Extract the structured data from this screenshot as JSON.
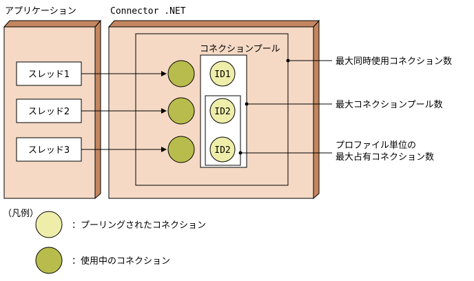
{
  "labels": {
    "application": "アプリケーション",
    "connector": "Connector .NET",
    "pool": "コネクションプール"
  },
  "threads": [
    "スレッド1",
    "スレッド2",
    "スレッド3"
  ],
  "pooled_ids": [
    "ID1",
    "ID2",
    "ID2"
  ],
  "callouts": {
    "max_simultaneous": "最大同時使用コネクション数",
    "max_pool": "最大コネクションプール数",
    "max_per_profile_line1": "プロファイル単位の",
    "max_per_profile_line2": "最大占有コネクション数"
  },
  "legend": {
    "title": "（凡例）",
    "pooled": "：プーリングされたコネクション",
    "in_use": "：使用中のコネクション"
  },
  "colors": {
    "box_fill": "#f5d9c4",
    "box_side": "#c48660",
    "in_use": "#b8bc4c",
    "pooled": "#eeeeaa"
  }
}
